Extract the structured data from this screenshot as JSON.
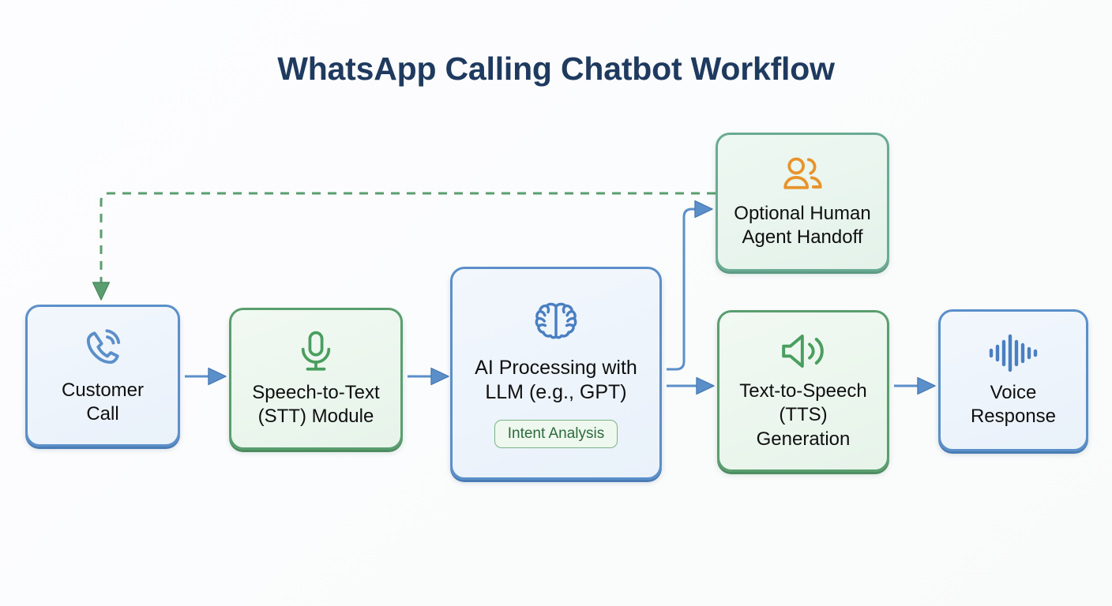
{
  "diagram": {
    "title": "WhatsApp Calling Chatbot Workflow",
    "colors": {
      "title_text": "#1f3a5f",
      "blue_border": "#5b8fc9",
      "blue_fill": "#eaf1fa",
      "green_border": "#5a9e6f",
      "green_fill": "#e9f5ec",
      "teal_border": "#6aab93",
      "orange_icon": "#e8932c",
      "badge_text": "#2d6a3e",
      "arrow_blue": "#5b8fc9",
      "feedback_green": "#5a9e6f",
      "background": "#ffffff"
    },
    "nodes": [
      {
        "id": "customer-call",
        "label": "Customer\nCall",
        "icon": "phone-call-icon",
        "style": "blue"
      },
      {
        "id": "stt",
        "label": "Speech-to-Text\n(STT) Module",
        "icon": "microphone-icon",
        "style": "green"
      },
      {
        "id": "ai",
        "label": "AI Processing with\nLLM (e.g., GPT)",
        "icon": "brain-icon",
        "style": "blue",
        "badge": "Intent Analysis"
      },
      {
        "id": "handoff",
        "label": "Optional Human\nAgent Handoff",
        "icon": "people-icon",
        "style": "teal"
      },
      {
        "id": "tts",
        "label": "Text-to-Speech\n(TTS)\nGeneration",
        "icon": "speaker-icon",
        "style": "green"
      },
      {
        "id": "voice-response",
        "label": "Voice\nResponse",
        "icon": "waveform-icon",
        "style": "blue"
      }
    ],
    "edges": [
      {
        "id": "customer-call-to-stt",
        "from": "customer-call",
        "to": "stt",
        "style": "solid",
        "color": "#5b8fc9"
      },
      {
        "id": "stt-to-ai",
        "from": "stt",
        "to": "ai",
        "style": "solid",
        "color": "#5b8fc9"
      },
      {
        "id": "ai-to-handoff",
        "from": "ai",
        "to": "handoff",
        "style": "solid",
        "color": "#5b8fc9"
      },
      {
        "id": "ai-to-tts",
        "from": "ai",
        "to": "tts",
        "style": "solid",
        "color": "#5b8fc9"
      },
      {
        "id": "tts-to-voice-response",
        "from": "tts",
        "to": "voice-response",
        "style": "solid",
        "color": "#5b8fc9"
      },
      {
        "id": "handoff-to-customer-call",
        "from": "handoff",
        "to": "customer-call",
        "style": "dashed",
        "color": "#5a9e6f"
      }
    ]
  }
}
